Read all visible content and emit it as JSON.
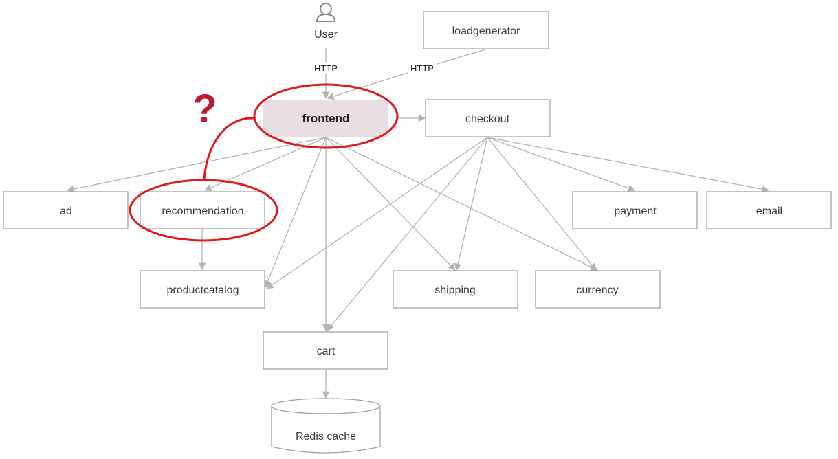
{
  "user": {
    "label": "User",
    "icon": "person-icon"
  },
  "edge_labels": {
    "user_http": "HTTP",
    "loadgen_http": "HTTP"
  },
  "services": {
    "loadgenerator": "loadgenerator",
    "frontend": "frontend",
    "checkout": "checkout",
    "ad": "ad",
    "recommendation": "recommendation",
    "payment": "payment",
    "email": "email",
    "productcatalog": "productcatalog",
    "shipping": "shipping",
    "currency": "currency",
    "cart": "cart",
    "redis": "Redis cache"
  },
  "annotation": {
    "symbol": "?",
    "color": "#e31818",
    "question_color": "#c0192e"
  },
  "colors": {
    "highlight": "#e8dde0",
    "edge": "#b3b3b3",
    "border": "#9e9e9e"
  }
}
